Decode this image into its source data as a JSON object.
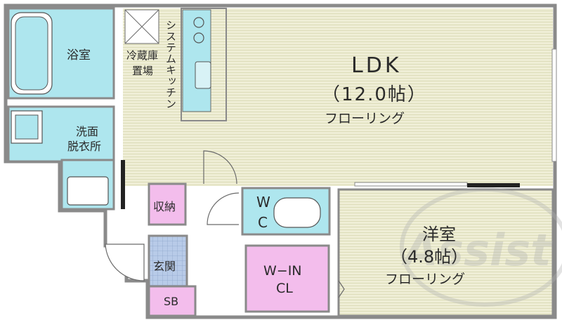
{
  "rooms": {
    "bath": "浴室",
    "washroom_line1": "洗面",
    "washroom_line2": "脱衣所",
    "fridge_line1": "冷蔵庫",
    "fridge_line2": "置場",
    "kitchen": "システムキッチン",
    "ldk_name": "LDK",
    "ldk_size": "（12.0帖）",
    "ldk_floor": "フローリング",
    "storage": "収納",
    "wc_line1": "W",
    "wc_line2": "C",
    "entrance": "玄関",
    "shoe_box": "SB",
    "walkin_line1": "W−IN",
    "walkin_line2": "CL",
    "western_name": "洋室",
    "western_size": "（4.8帖）",
    "western_floor": "フローリング"
  },
  "watermark": "Assist",
  "colors": {
    "wall": "#8a8a8a",
    "flooring": "#efeed6",
    "wet_area": "#aee6ee",
    "storage": "#f3bdec",
    "entrance_tile": "#b8cbe8",
    "watermark": "#b0b0b0"
  }
}
